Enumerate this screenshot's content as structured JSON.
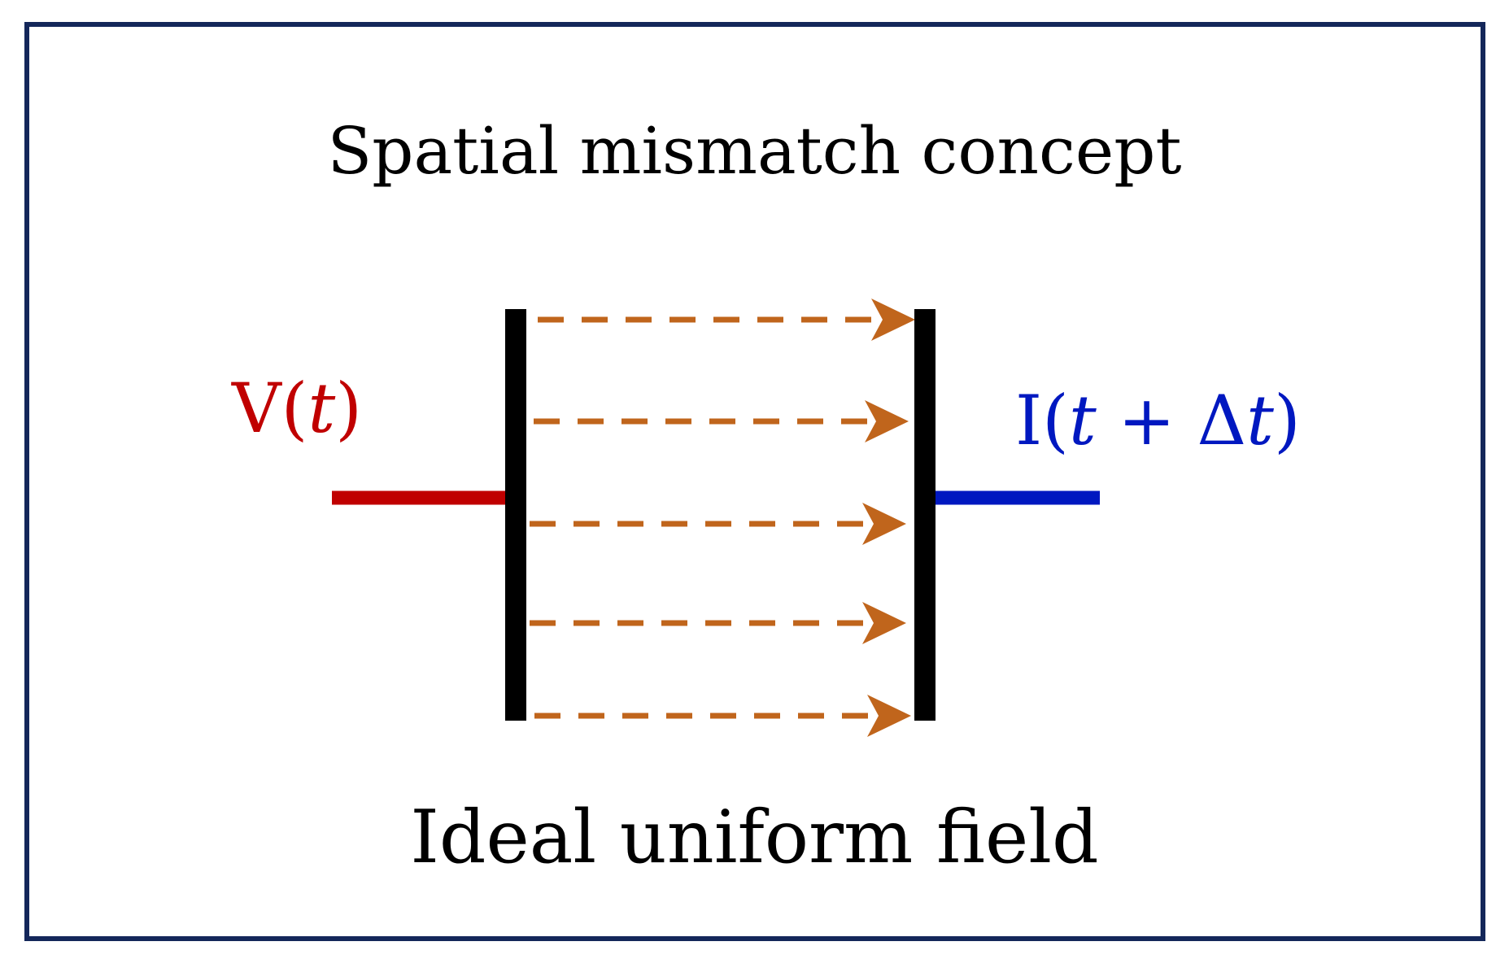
{
  "title": "Spatial mismatch concept",
  "caption": "Ideal uniform field",
  "input_label": {
    "prefix": "V(",
    "var": "t",
    "suffix": ")"
  },
  "output_label": {
    "prefix": "I(",
    "var1": "t",
    "op": " + Δ",
    "var2": "t",
    "suffix": ")"
  },
  "colors": {
    "frame": "#14275a",
    "input": "#c00000",
    "output": "#0018c0",
    "plates": "#000000",
    "field_arrows": "#c0651c"
  },
  "field_arrow_count": 5
}
